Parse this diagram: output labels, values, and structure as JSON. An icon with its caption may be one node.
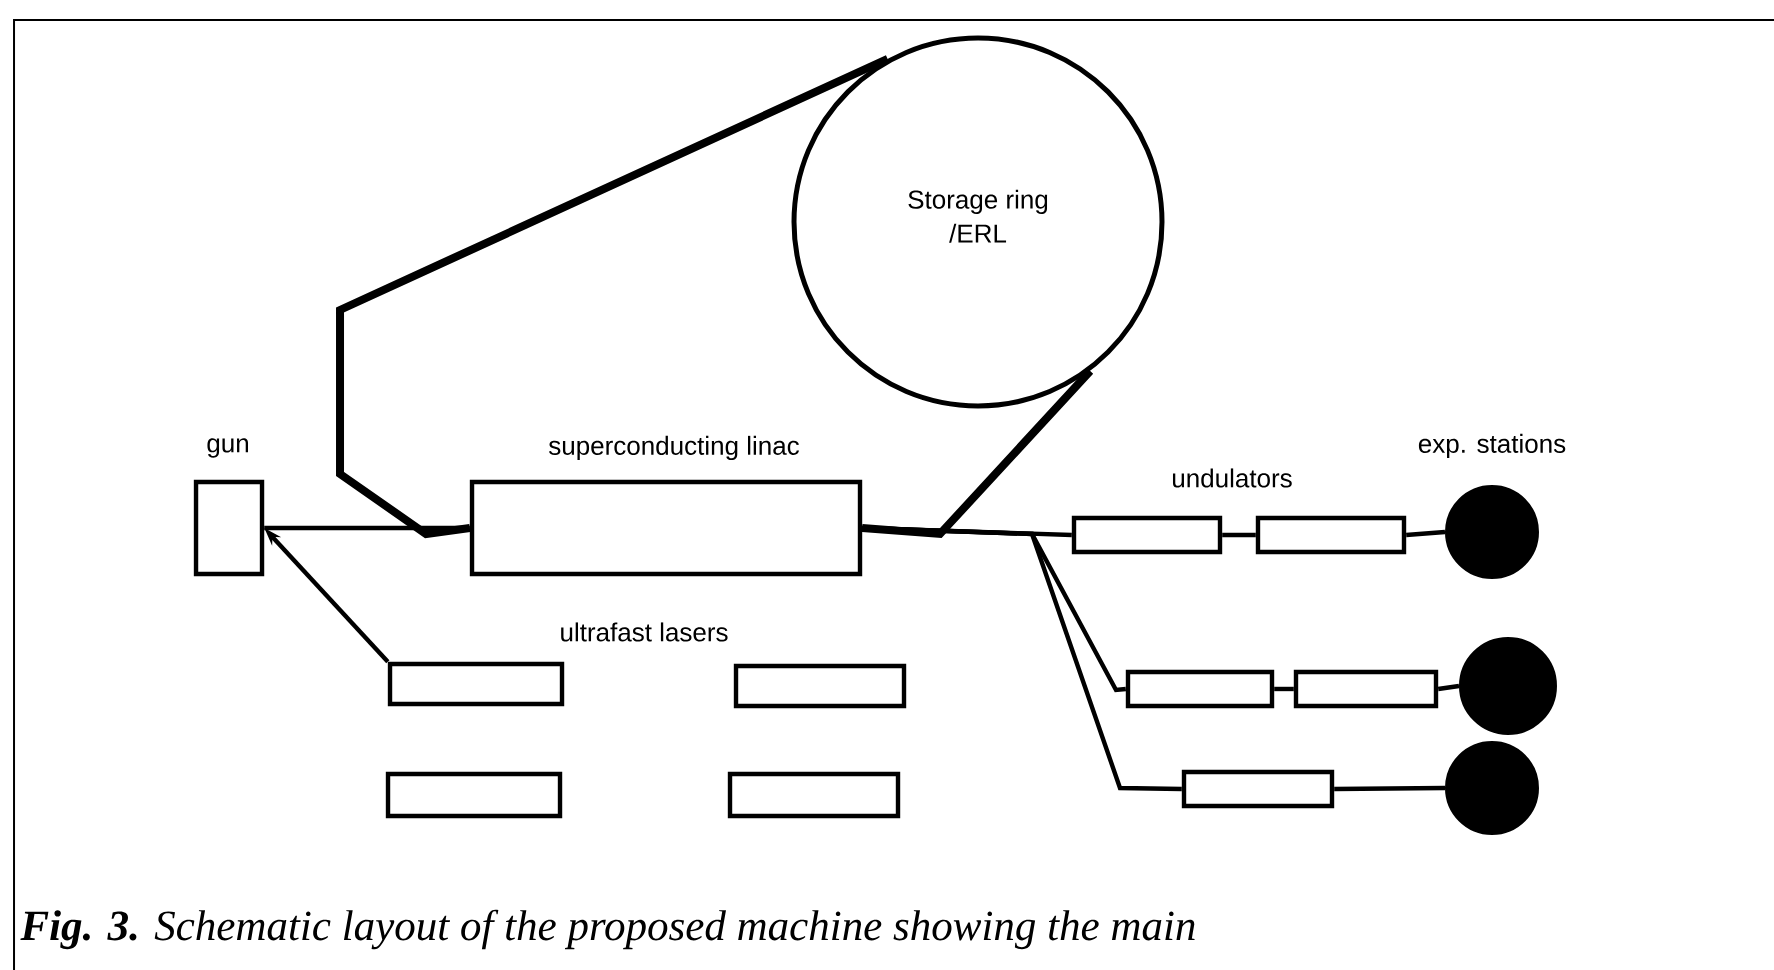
{
  "diagram": {
    "caption": "**Fig. 3.** Schematic layout of the proposed machine showing the main",
    "nodes": [
      {
        "text": [
          "gun"
        ]
      },
      {
        "text": [
          "superconducting linac"
        ]
      },
      {
        "text": [
          "Storage ring /ERL"
        ]
      },
      {
        "text": [],
        "shape": "box"
      },
      {
        "text": [],
        "shape": "box"
      },
      {
        "text": [],
        "shape": "box"
      },
      {
        "text": [],
        "shape": "box"
      },
      {
        "text": [],
        "shape": "box"
      },
      {
        "text": [],
        "shape": "box"
      },
      {
        "text": [],
        "shape": "circle"
      },
      {
        "text": [],
        "shape": "box"
      },
      {
        "text": [],
        "shape": "box"
      },
      {
        "text": [],
        "shape": "circle"
      },
      {
        "text": [],
        "shape": "box"
      },
      {
        "text": [],
        "shape": "circle"
      }
    ],
    "edges": [
      {
        "from": 0,
        "to": 1,
        "arrow": "none"
      },
      {
        "from": 1,
        "to": 2,
        "arrow": "none",
        "style": "thick"
      },
      {
        "from": 2,
        "to": 1,
        "arrow": "none",
        "style": "thick"
      },
      {
        "from": 3,
        "to": 0,
        "arrow": "to"
      },
      {
        "from": 1,
        "to": 7,
        "arrow": "none"
      },
      {
        "from": 7,
        "to": 8,
        "arrow": "none"
      },
      {
        "from": 8,
        "to": 9,
        "arrow": "none"
      },
      {
        "from": 1,
        "to": 10,
        "arrow": "none"
      },
      {
        "from": 10,
        "to": 11,
        "arrow": "none"
      },
      {
        "from": 11,
        "to": 12,
        "arrow": "none"
      },
      {
        "from": 1,
        "to": 13,
        "arrow": "none"
      },
      {
        "from": 13,
        "to": 14,
        "arrow": "none"
      }
    ],
    "labels": [
      "ultrafast lasers",
      "undulators",
      "exp. stations"
    ]
  }
}
